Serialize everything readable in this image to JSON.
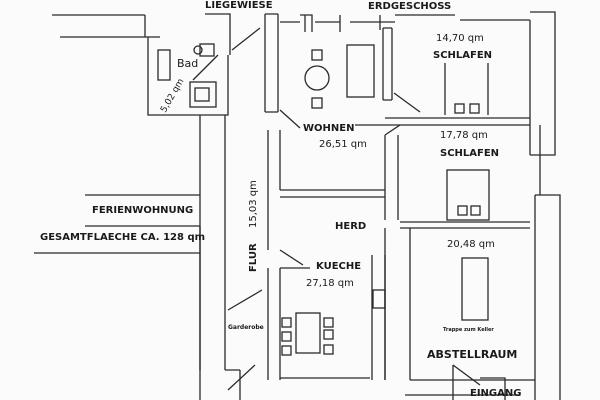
{
  "plan": {
    "top_label": "LIEGEWIESE",
    "floor": "ERDGESCHOSS",
    "apartment": "FERIENWOHNUNG",
    "total_area": "GESAMTFLAECHE CA. 128 qm",
    "bottom_label": "EINGANG",
    "rooms": {
      "bad": {
        "name": "Bad",
        "area": "5,02 qm"
      },
      "schlafen1": {
        "name": "SCHLAFEN",
        "area": "14,70 qm"
      },
      "wohnen": {
        "name": "WOHNEN",
        "area": "26,51 qm"
      },
      "schlafen2": {
        "name": "SCHLAFEN",
        "area": "17,78 qm"
      },
      "flur": {
        "name": "FLUR",
        "area": "15,03 qm"
      },
      "herd": {
        "name": "HERD"
      },
      "kueche": {
        "name": "KUECHE",
        "area": "27,18 qm"
      },
      "garderobe": {
        "name": "Garderobe"
      },
      "abstellraum": {
        "name": "ABSTELLRAUM",
        "area": "20,48 qm",
        "note": "Trappe zum Keller"
      }
    }
  }
}
